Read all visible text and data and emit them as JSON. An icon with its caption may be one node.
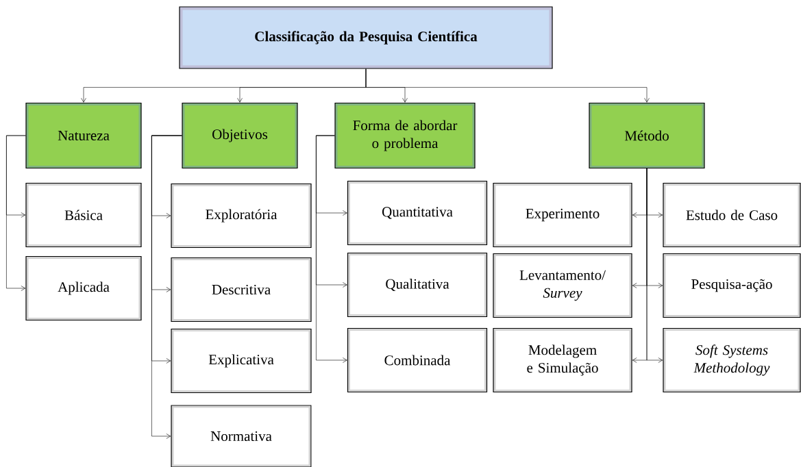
{
  "diagram": {
    "nodes": [
      {
        "text": [
          "Classificação da Pesquisa Científica"
        ]
      },
      {
        "text": [
          "Natureza"
        ]
      },
      {
        "text": [
          "Objetivos"
        ]
      },
      {
        "text": [
          "Forma de abordar o problema"
        ]
      },
      {
        "text": [
          "Método"
        ]
      },
      {
        "text": [
          "Básica"
        ]
      },
      {
        "text": [
          "Aplicada"
        ]
      },
      {
        "text": [
          "Exploratória"
        ]
      },
      {
        "text": [
          "Descritiva"
        ]
      },
      {
        "text": [
          "Explicativa"
        ]
      },
      {
        "text": [
          "Normativa"
        ]
      },
      {
        "text": [
          "Quantitativa"
        ]
      },
      {
        "text": [
          "Qualitativa"
        ]
      },
      {
        "text": [
          "Combinada"
        ]
      },
      {
        "text": [
          "Experimento"
        ]
      },
      {
        "text": [
          "Levantamento/ *Survey*"
        ]
      },
      {
        "text": [
          "Modelagem e Simulação"
        ]
      },
      {
        "text": [
          "Estudo de Caso"
        ]
      },
      {
        "text": [
          "Pesquisa-ação"
        ]
      },
      {
        "text": [
          "Soft Systems Methodology"
        ]
      }
    ],
    "edges": [
      {
        "from": 0,
        "to": 1,
        "arrow": "to"
      },
      {
        "from": 0,
        "to": 2,
        "arrow": "to"
      },
      {
        "from": 0,
        "to": 3,
        "arrow": "to"
      },
      {
        "from": 0,
        "to": 4,
        "arrow": "to"
      },
      {
        "from": 1,
        "to": 5,
        "arrow": "to"
      },
      {
        "from": 1,
        "to": 6,
        "arrow": "to"
      },
      {
        "from": 2,
        "to": 7,
        "arrow": "to"
      },
      {
        "from": 2,
        "to": 8,
        "arrow": "to"
      },
      {
        "from": 2,
        "to": 9,
        "arrow": "to"
      },
      {
        "from": 2,
        "to": 10,
        "arrow": "to"
      },
      {
        "from": 3,
        "to": 11,
        "arrow": "to"
      },
      {
        "from": 3,
        "to": 12,
        "arrow": "to"
      },
      {
        "from": 3,
        "to": 13,
        "arrow": "to"
      },
      {
        "from": 4,
        "to": 14,
        "arrow": "to"
      },
      {
        "from": 4,
        "to": 15,
        "arrow": "to"
      },
      {
        "from": 4,
        "to": 16,
        "arrow": "to"
      },
      {
        "from": 4,
        "to": 17,
        "arrow": "to"
      },
      {
        "from": 4,
        "to": 18,
        "arrow": "to"
      },
      {
        "from": 4,
        "to": 19,
        "arrow": "to"
      }
    ]
  }
}
